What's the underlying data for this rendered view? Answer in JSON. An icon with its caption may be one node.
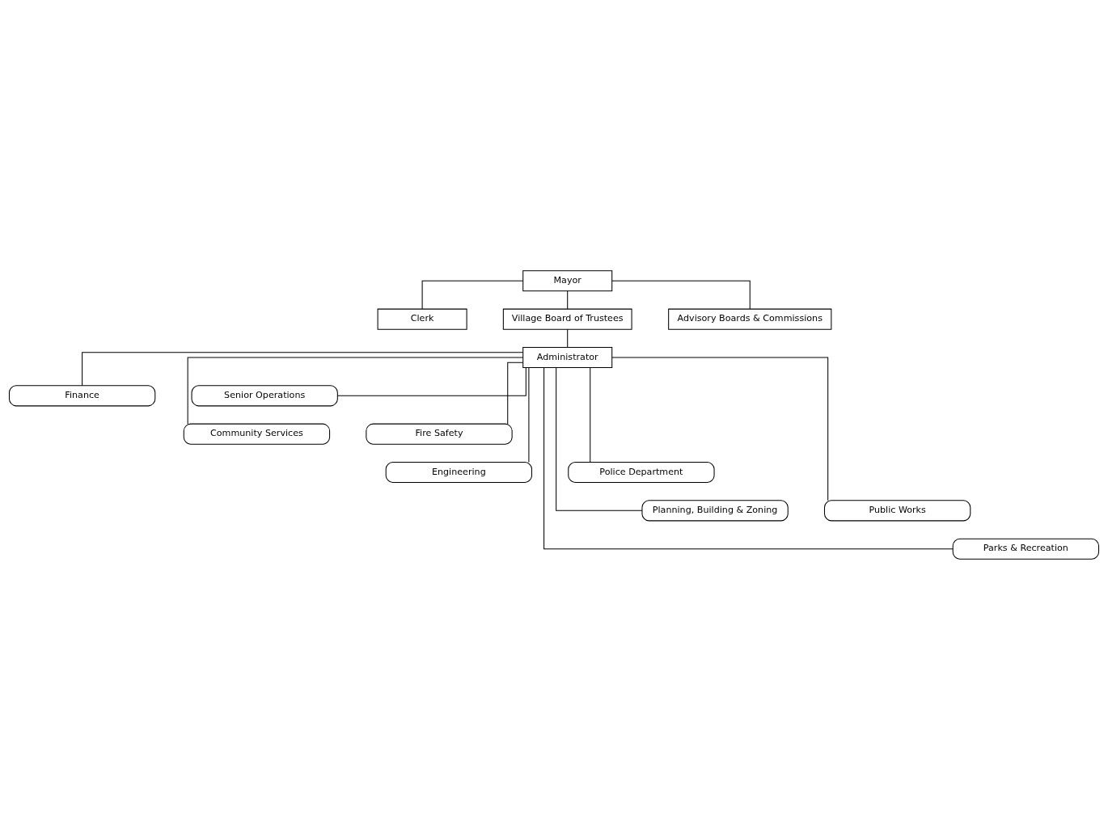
{
  "diagram": {
    "nodes": [
      {
        "text": [
          "Mayor"
        ]
      },
      {
        "text": [
          "Clerk"
        ]
      },
      {
        "text": [
          "Village Board of Trustees"
        ]
      },
      {
        "text": [
          "Advisory Boards & Commissions"
        ]
      },
      {
        "text": [
          "Administrator"
        ]
      },
      {
        "text": [
          "Finance"
        ]
      },
      {
        "text": [
          "Senior Operations"
        ]
      },
      {
        "text": [
          "Community Services"
        ]
      },
      {
        "text": [
          "Fire Safety"
        ]
      },
      {
        "text": [
          "Engineering"
        ]
      },
      {
        "text": [
          "Police Department"
        ]
      },
      {
        "text": [
          "Planning, Building & Zoning"
        ]
      },
      {
        "text": [
          "Public Works"
        ]
      },
      {
        "text": [
          "Parks & Recreation"
        ]
      }
    ],
    "edges": [
      {
        "from": 0,
        "to": 1,
        "arrow": "none"
      },
      {
        "from": 0,
        "to": 2,
        "arrow": "none"
      },
      {
        "from": 0,
        "to": 3,
        "arrow": "none"
      },
      {
        "from": 2,
        "to": 4,
        "arrow": "none"
      },
      {
        "from": 4,
        "to": 5,
        "arrow": "none"
      },
      {
        "from": 4,
        "to": 6,
        "arrow": "none"
      },
      {
        "from": 4,
        "to": 7,
        "arrow": "none"
      },
      {
        "from": 4,
        "to": 8,
        "arrow": "none"
      },
      {
        "from": 4,
        "to": 9,
        "arrow": "none"
      },
      {
        "from": 4,
        "to": 10,
        "arrow": "none"
      },
      {
        "from": 4,
        "to": 11,
        "arrow": "none"
      },
      {
        "from": 4,
        "to": 12,
        "arrow": "none"
      },
      {
        "from": 4,
        "to": 13,
        "arrow": "none"
      }
    ]
  }
}
